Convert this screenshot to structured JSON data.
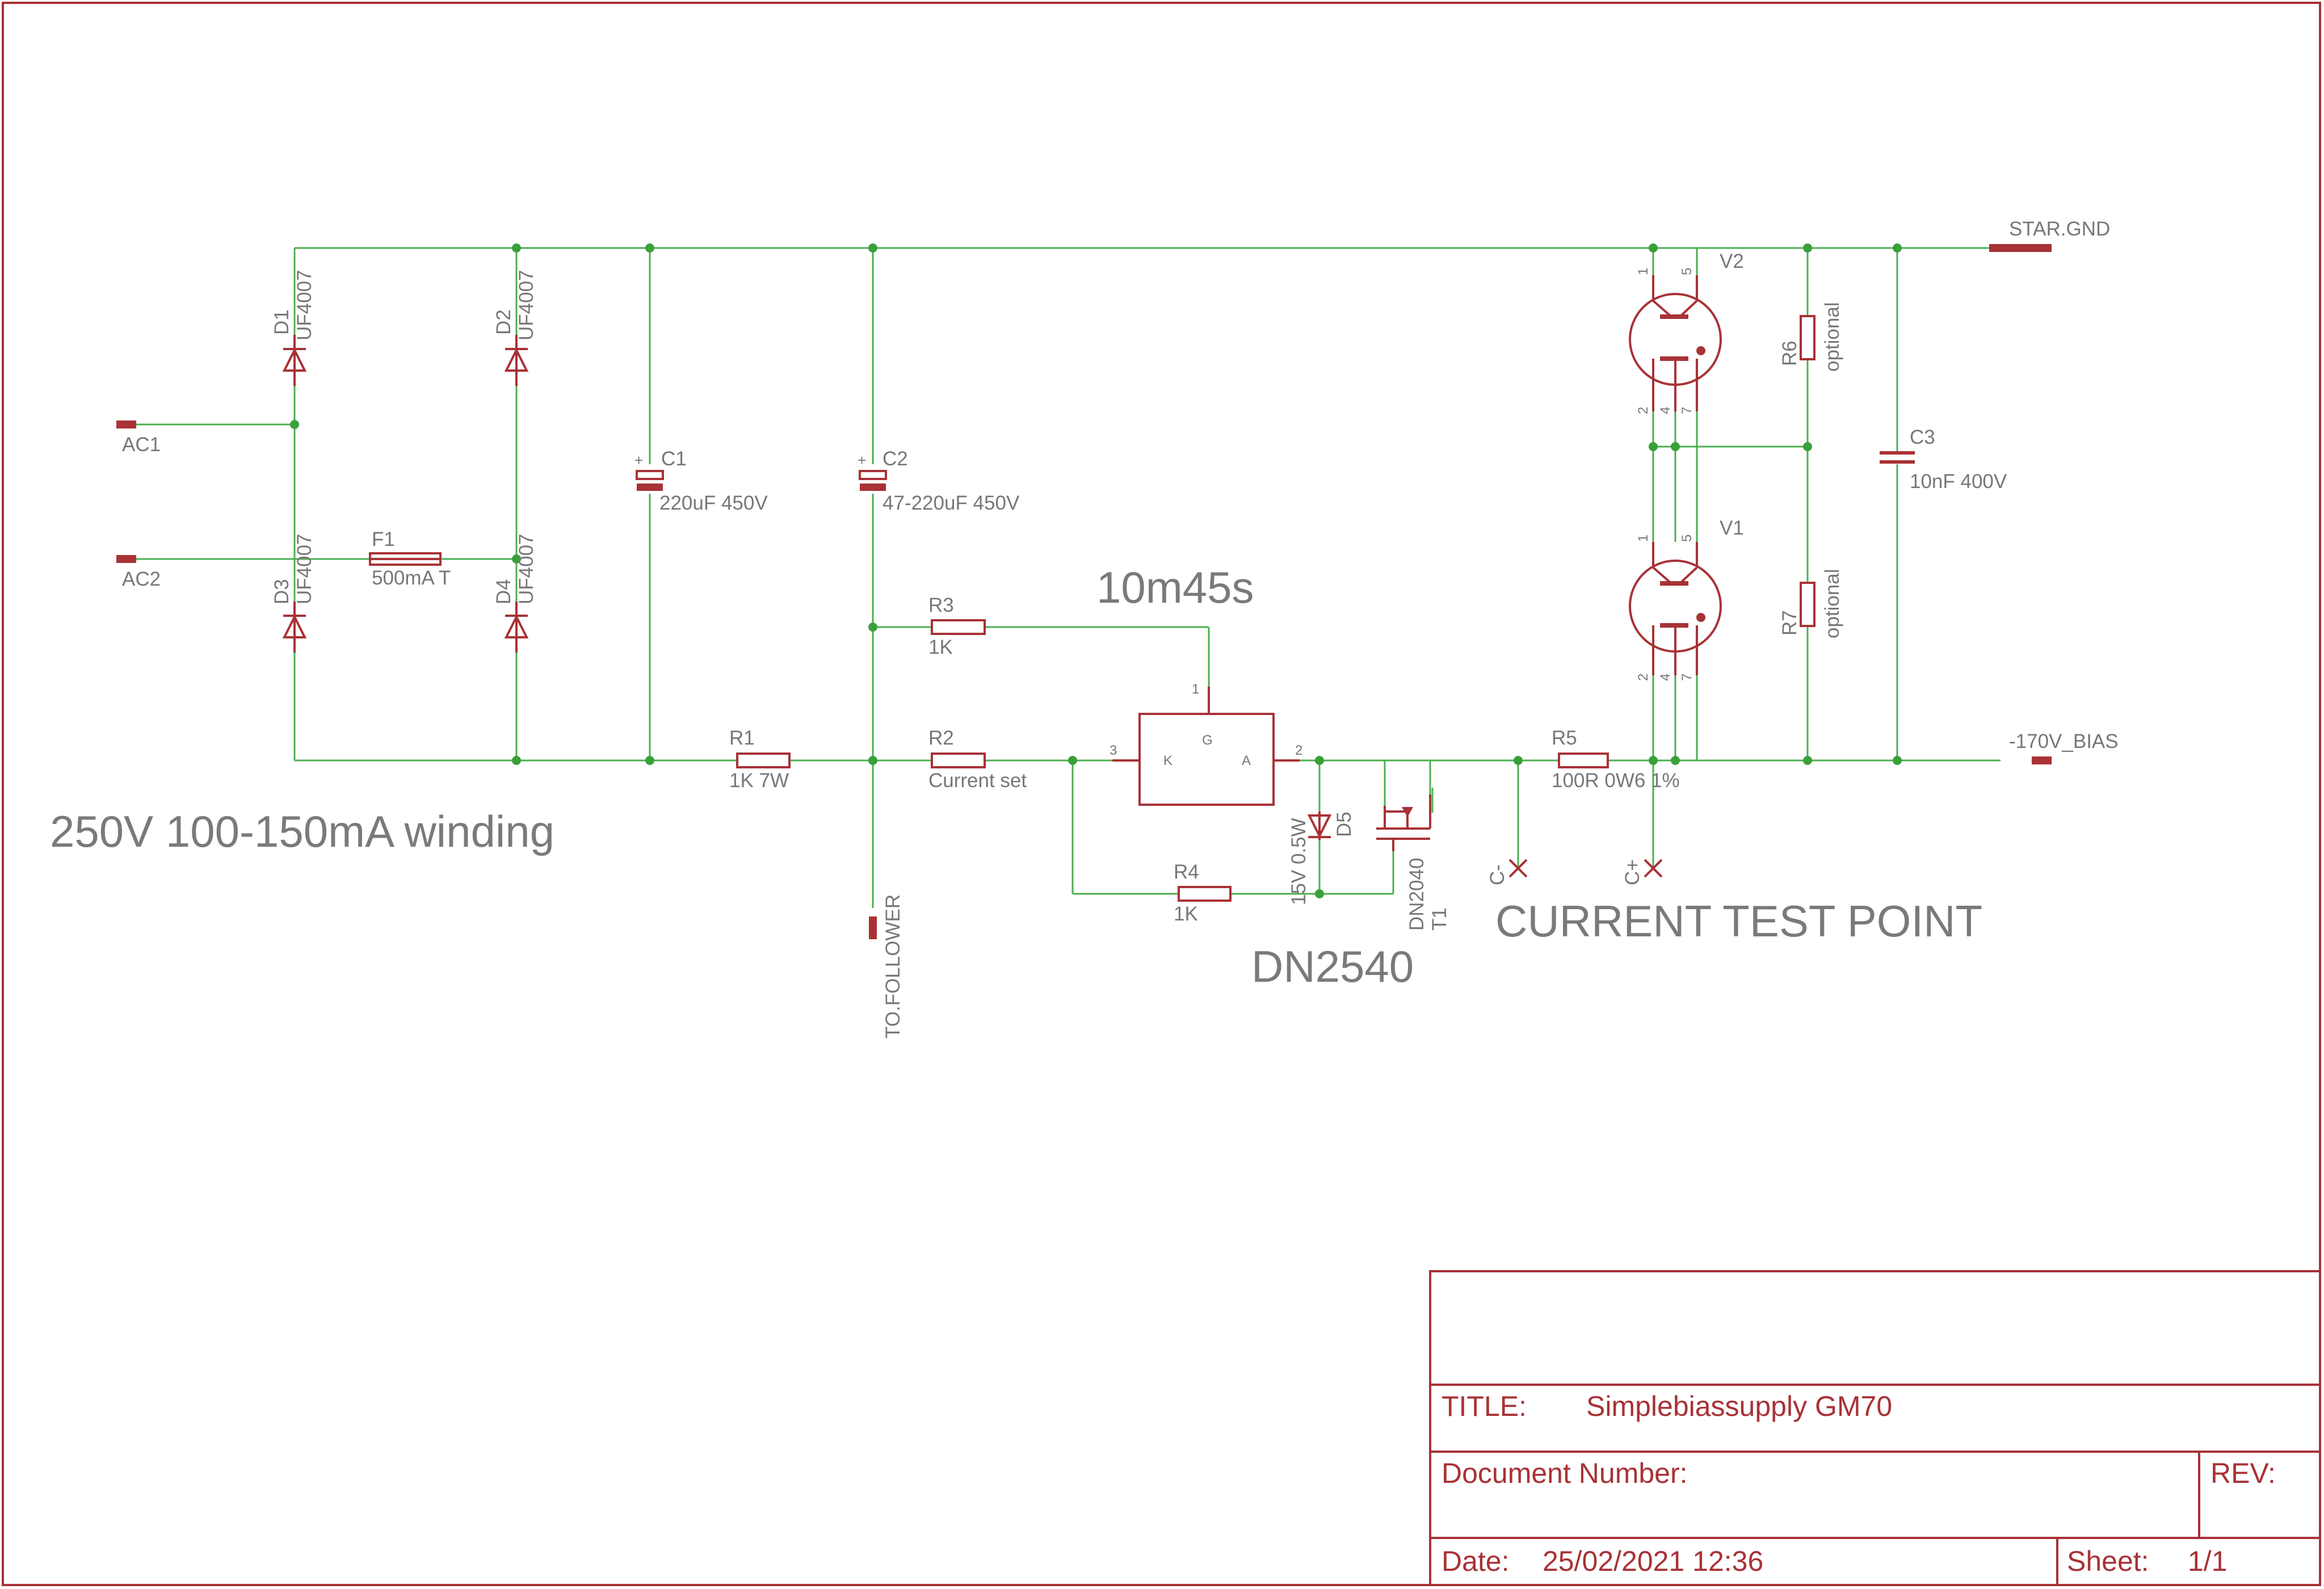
{
  "title_text": "250V 100-150mA winding",
  "annotations": {
    "timestamp": "10m45s",
    "dn2540": "DN2540",
    "current_test_point": "CURRENT TEST POINT"
  },
  "nets": {
    "ac1": "AC1",
    "ac2": "AC2",
    "star_gnd": "STAR.GND",
    "bias": "-170V_BIAS",
    "to_follower": "TO.FOLLOWER",
    "c_minus": "C-",
    "c_plus": "C+"
  },
  "parts": {
    "d1": {
      "name": "D1",
      "value": "UF4007"
    },
    "d2": {
      "name": "D2",
      "value": "UF4007"
    },
    "d3": {
      "name": "D3",
      "value": "UF4007"
    },
    "d4": {
      "name": "D4",
      "value": "UF4007"
    },
    "f1": {
      "name": "F1",
      "value": "500mA T"
    },
    "c1": {
      "name": "C1",
      "value": "220uF 450V"
    },
    "c2": {
      "name": "C2",
      "value": "47-220uF 450V"
    },
    "c3": {
      "name": "C3",
      "value": "10nF 400V"
    },
    "r1": {
      "name": "R1",
      "value": "1K 7W"
    },
    "r2": {
      "name": "R2",
      "value": "Current set"
    },
    "r3": {
      "name": "R3",
      "value": "1K"
    },
    "r4": {
      "name": "R4",
      "value": "1K"
    },
    "r5": {
      "name": "R5",
      "value": "100R 0W6 1%"
    },
    "r6": {
      "name": "R6",
      "value": "optional"
    },
    "r7": {
      "name": "R7",
      "value": "optional"
    },
    "d5": {
      "name": "D5",
      "value": "15V 0.5W"
    },
    "t1": {
      "name": "T1",
      "value": "DN2040"
    },
    "v1": {
      "name": "V1"
    },
    "v2": {
      "name": "V2"
    },
    "ic": {
      "pin_k": "K",
      "pin_g": "G",
      "pin_a": "A",
      "pin1": "1",
      "pin2": "2",
      "pin3": "3"
    },
    "tube_pins": {
      "p1": "1",
      "p5": "5",
      "p2": "2",
      "p4": "4",
      "p7": "7"
    }
  },
  "title_block": {
    "title_label": "TITLE:",
    "title_value": "Simplebiassupply GM70",
    "docnum_label": "Document Number:",
    "rev_label": "REV:",
    "date_label": "Date:",
    "date_value": "25/02/2021 12:36",
    "sheet_label": "Sheet:",
    "sheet_value": "1/1"
  },
  "colors": {
    "wire": "#4caf50",
    "component": "#a83236",
    "label_text": "#777777"
  }
}
